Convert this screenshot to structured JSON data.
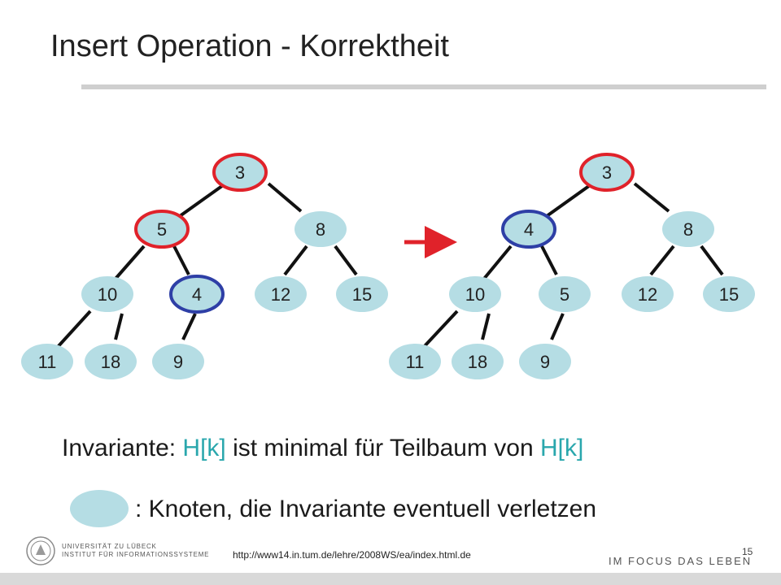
{
  "title": "Insert Operation - Korrektheit",
  "colors": {
    "node_fill": "#b5dde4",
    "highlight_red": "#e0222a",
    "highlight_blue": "#2e3fa6",
    "edge": "#111111",
    "arrow": "#e0222a",
    "accent_text": "#2aa7ad"
  },
  "tree_before": {
    "nodes": [
      "3",
      "5",
      "8",
      "10",
      "4",
      "12",
      "15",
      "11",
      "18",
      "9"
    ],
    "highlight_red": [
      "3",
      "5"
    ],
    "highlight_blue": [
      "4"
    ]
  },
  "tree_after": {
    "nodes": [
      "3",
      "4",
      "8",
      "10",
      "5",
      "12",
      "15",
      "11",
      "18",
      "9"
    ],
    "highlight_red": [
      "3"
    ],
    "highlight_blue": [
      "4"
    ]
  },
  "invariant": {
    "prefix": "Invariante: ",
    "term1": "H[k]",
    "middle": " ist minimal für Teilbaum von ",
    "term2": "H[k]"
  },
  "legend_text": ": Knoten, die Invariante eventuell verletzen",
  "footer": {
    "university_line1": "UNIVERSITÄT ZU LÜBECK",
    "university_line2": "INSTITUT FÜR INFORMATIONSSYSTEME",
    "url": "http://www14.in.tum.de/lehre/2008WS/ea/index.html.de",
    "page_number": "15",
    "slogan": "IM FOCUS DAS LEBEN"
  }
}
